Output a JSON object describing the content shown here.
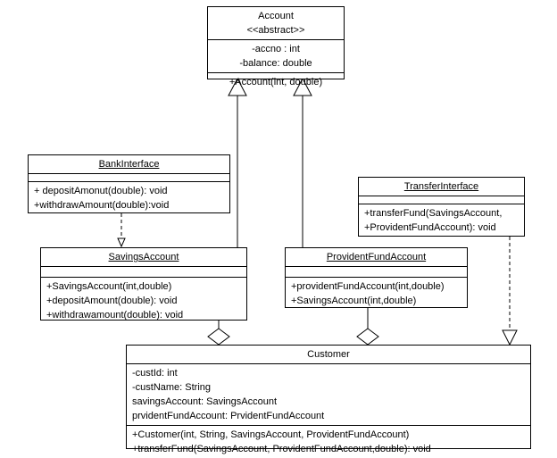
{
  "account": {
    "name": "Account",
    "stereotype": "<<abstract>>",
    "attributes": [
      "-accno : int",
      "-balance: double"
    ],
    "methods": [
      "+Account(int, double)"
    ]
  },
  "bank_interface": {
    "name": "BankInterface",
    "methods": [
      "+ depositAmonut(double): void",
      "+withdrawAmount(double):void"
    ]
  },
  "transfer_interface": {
    "name": "TransferInterface",
    "methods": [
      "+transferFund(SavingsAccount,",
      "+ProvidentFundAccount): void"
    ]
  },
  "savings_account": {
    "name": "SavingsAccount",
    "methods": [
      "+SavingsAccount(int,double)",
      "+depositAmount(double): void",
      "+withdrawamount(double): void"
    ]
  },
  "provident_fund_account": {
    "name": "ProvidentFundAccount",
    "methods": [
      "+providentFundAccount(int,double)",
      "+SavingsAccount(int,double)"
    ]
  },
  "customer": {
    "name": "Customer",
    "attributes": [
      "-custId: int",
      "-custName: String",
      "savingsAccount: SavingsAccount",
      "prvidentFundAccount: PrvidentFundAccount"
    ],
    "methods": [
      "+Customer(int, String, SavingsAccount, ProvidentFundAccount)",
      "+transferFund(SavingsAccount, ProvidentFundAccount,double): void"
    ]
  }
}
